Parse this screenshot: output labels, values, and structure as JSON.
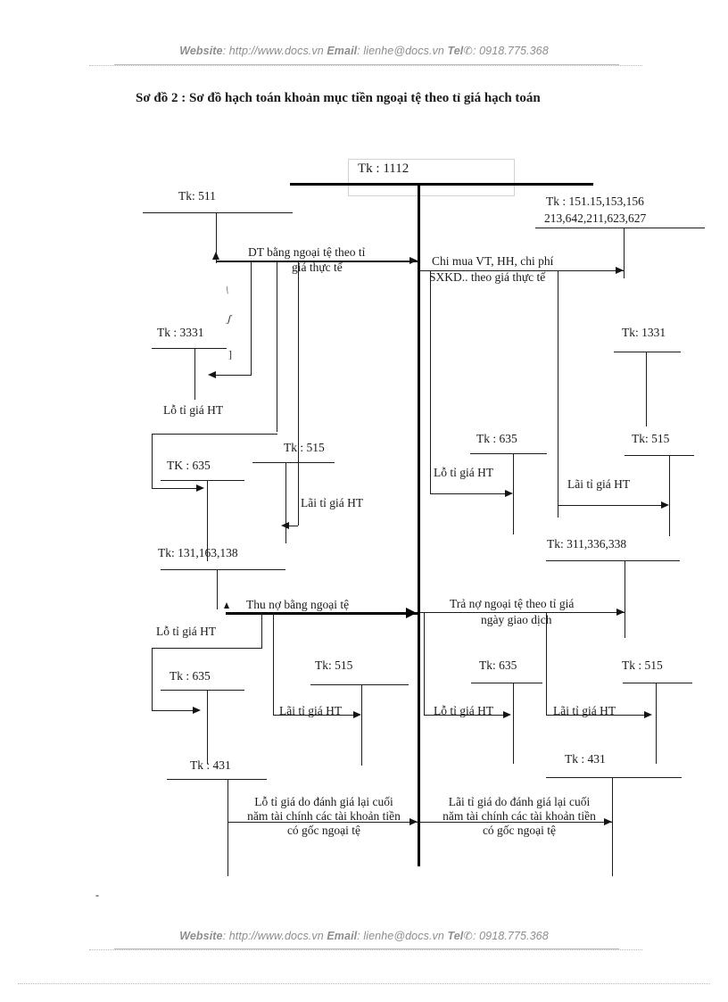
{
  "header": {
    "website_label": "Website",
    "website_url": ": http://www.docs.vn",
    "email_label": "Email",
    "email_value": ": lienhe@docs.vn",
    "tel_label": "Tel",
    "tel_icon": "telephone-icon",
    "tel_value": ": 0918.775.368"
  },
  "footer": {
    "website_label": "Website",
    "website_url": ": http://www.docs.vn",
    "email_label": "Email",
    "email_value": ": lienhe@docs.vn",
    "tel_label": "Tel",
    "tel_icon": "telephone-icon",
    "tel_value": ": 0918.775.368"
  },
  "title": "Sơ đồ 2 : Sơ đồ hạch toán khoản mục tiền ngoại tệ theo tỉ giá hạch toán",
  "diagram": {
    "central_account": "Tk : 1112",
    "accounts": {
      "tk511": "Tk: 511",
      "tk3331": "Tk : 3331",
      "tk635_mid_left": "TK : 635",
      "tk515_mid_left": "Tk : 515",
      "tk131": "Tk: 131,163,138",
      "tk635_low_left": "Tk : 635",
      "tk515_low_left": "Tk: 515",
      "tk431_left": "Tk : 431",
      "tk_inventory_line1": "Tk : 151.15,153,156",
      "tk_inventory_line2": "213,642,211,623,627",
      "tk1331": "Tk: 1331",
      "tk635_mid_right": "Tk : 635",
      "tk515_mid_right": "Tk: 515",
      "tk311": "Tk: 311,336,338",
      "tk635_low_right": "Tk: 635",
      "tk515_low_right": "Tk : 515",
      "tk431_right": "Tk : 431"
    },
    "flows": {
      "revenue_line1": "DT bằng ngoại  tệ theo tỉ",
      "revenue_line2": "giá thực tế",
      "purchase_line1": "Chi mua  VT, HH, chi phí",
      "purchase_line2": "SXKD.. theo giá thực tế",
      "collect_debt": "Thu nợ bằng ngoại  tệ",
      "pay_debt_line1": "Trả nợ ngoại  tệ theo tỉ giá",
      "pay_debt_line2": "ngày  giao dịch",
      "loss_ht_1": "Lỗ tỉ giá HT",
      "loss_ht_2": "Lỗ tỉ giá HT",
      "loss_ht_3": "Lỗ tỉ giá HT",
      "loss_ht_4": "Lỗ tỉ giá HT",
      "loss_ht_5": "Lỗ tỉ giá HT",
      "gain_ht_1": "Lãi tỉ giá HT",
      "gain_ht_2": "Lãi tỉ giá HT",
      "gain_ht_3": "Lãi tỉ giá HT",
      "gain_ht_4": "Lãi tỉ giá HT",
      "revaluation_loss": "Lỗ tỉ giá do đánh giá lại cuối năm tài chính các tài khoản tiền có gốc ngoại tệ",
      "revaluation_gain": "Lãi tỉ giá do đánh giá lại cuối năm tài chính các tài khoản tiền có gốc ngoại tệ"
    },
    "stray_marks": {
      "mark1": "\\",
      "mark2": "ʃ",
      "mark3": "]",
      "mark4": "-"
    }
  }
}
